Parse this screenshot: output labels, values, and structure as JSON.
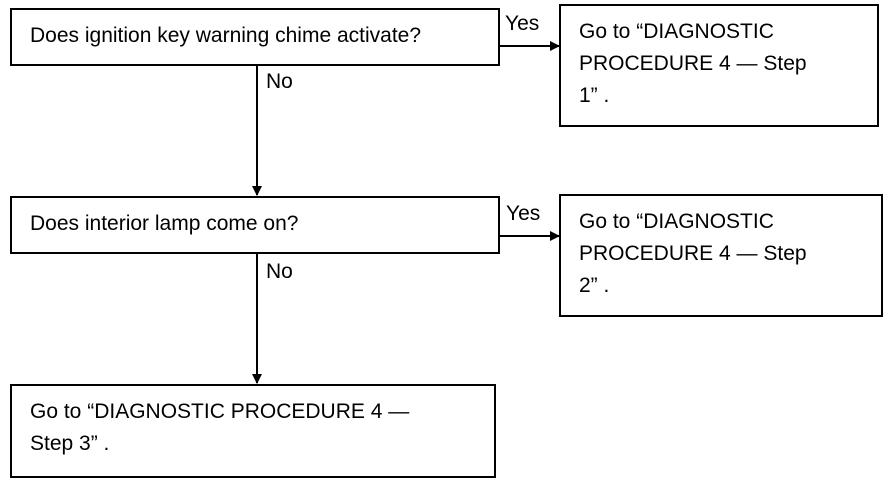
{
  "questions": [
    {
      "text": "Does ignition key warning chime activate?",
      "yes_label": "Yes",
      "no_label": "No",
      "yes_target": [
        "Go to “DIAGNOSTIC",
        "PROCEDURE 4 — Step",
        "1” ."
      ]
    },
    {
      "text": "Does interior lamp come on?",
      "yes_label": "Yes",
      "no_label": "No",
      "yes_target": [
        "Go to “DIAGNOSTIC",
        "PROCEDURE 4 — Step",
        "2” ."
      ]
    }
  ],
  "final_result": [
    "Go to “DIAGNOSTIC PROCEDURE 4 —",
    "Step 3”   ."
  ]
}
